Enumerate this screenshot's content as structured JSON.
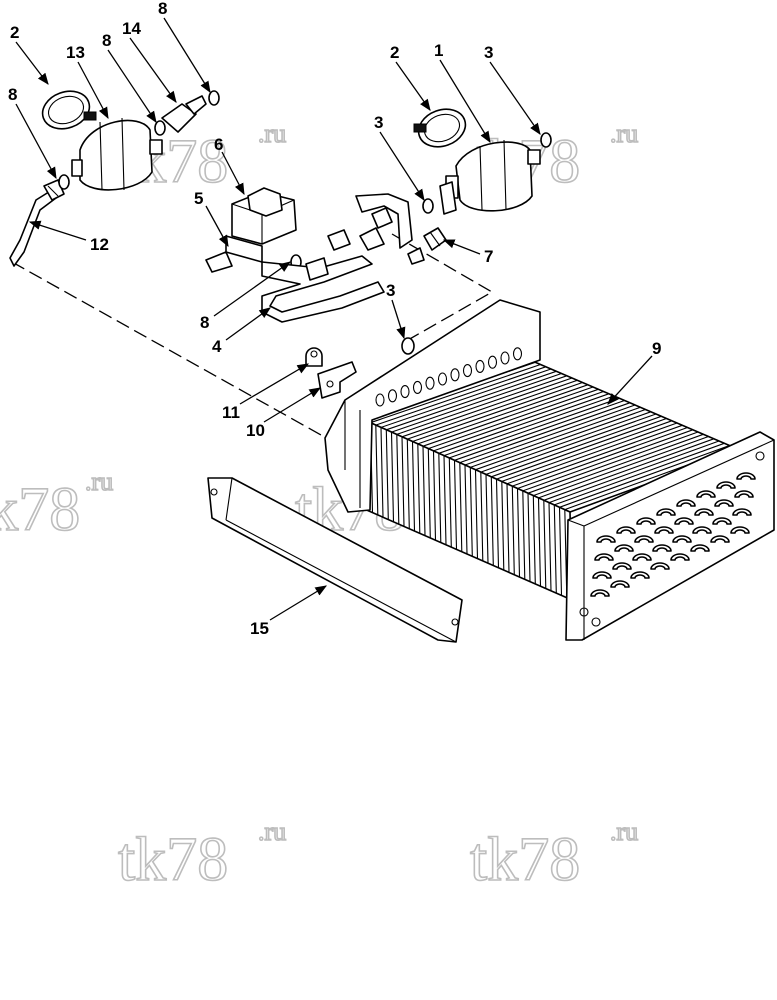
{
  "callouts": {
    "c1": "1",
    "c2a": "2",
    "c2b": "2",
    "c3a": "3",
    "c3b": "3",
    "c3c": "3",
    "c4": "4",
    "c5": "5",
    "c6": "6",
    "c7": "7",
    "c8a": "8",
    "c8b": "8",
    "c8c": "8",
    "c8d": "8",
    "c9": "9",
    "c10": "10",
    "c11": "11",
    "c12": "12",
    "c13": "13",
    "c14": "14",
    "c15": "15"
  },
  "watermark": {
    "main": "tk78",
    "sup": ".ru"
  }
}
